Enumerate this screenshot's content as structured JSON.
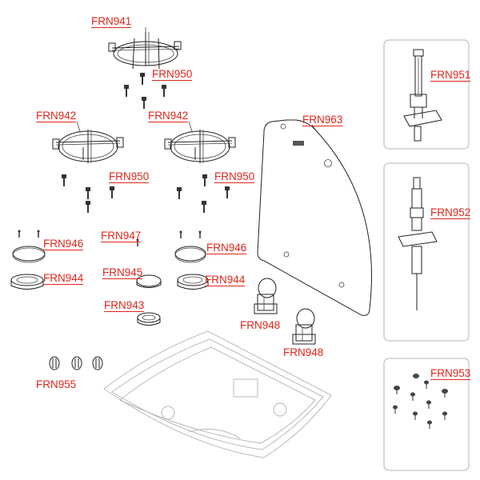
{
  "parts": [
    {
      "key": "frn941",
      "code": "FRN941"
    },
    {
      "key": "frn950a",
      "code": "FRN950"
    },
    {
      "key": "frn942a",
      "code": "FRN942"
    },
    {
      "key": "frn942b",
      "code": "FRN942"
    },
    {
      "key": "frn950b",
      "code": "FRN950"
    },
    {
      "key": "frn950c",
      "code": "FRN950"
    },
    {
      "key": "frn963",
      "code": "FRN963"
    },
    {
      "key": "frn951",
      "code": "FRN951"
    },
    {
      "key": "frn952",
      "code": "FRN952"
    },
    {
      "key": "frn946a",
      "code": "FRN946"
    },
    {
      "key": "frn947",
      "code": "FRN947"
    },
    {
      "key": "frn946b",
      "code": "FRN946"
    },
    {
      "key": "frn944a",
      "code": "FRN944"
    },
    {
      "key": "frn945",
      "code": "FRN945"
    },
    {
      "key": "frn944b",
      "code": "FRN944"
    },
    {
      "key": "frn943",
      "code": "FRN943"
    },
    {
      "key": "frn948a",
      "code": "FRN948"
    },
    {
      "key": "frn948b",
      "code": "FRN948"
    },
    {
      "key": "frn955",
      "code": "FRN955"
    },
    {
      "key": "frn953",
      "code": "FRN953"
    }
  ],
  "colors": {
    "label": "#e0261b",
    "line": "#222222",
    "frame": "#b5b5b5",
    "pan": "#b8b8b8"
  }
}
